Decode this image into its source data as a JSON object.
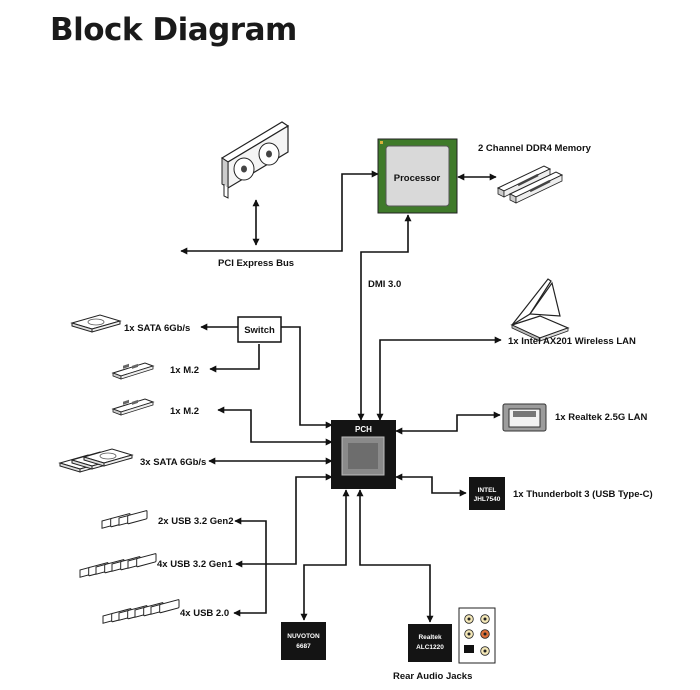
{
  "title": "Block Diagram",
  "labels": {
    "memory": "2 Channel DDR4 Memory",
    "processor": "Processor",
    "pcie": "PCI Express Bus",
    "dmi": "DMI 3.0",
    "switch": "Switch",
    "pch": "PCH",
    "sata1": "1x SATA 6Gb/s",
    "m2_a": "1x M.2",
    "m2_b": "1x M.2",
    "sata3": "3x SATA 6Gb/s",
    "usb_gen2": "2x USB 3.2 Gen2",
    "usb_gen1": "4x USB 3.2 Gen1",
    "usb2": "4x USB 2.0",
    "wifi": "1x Intel AX201 Wireless LAN",
    "lan": "1x Realtek 2.5G LAN",
    "thunderbolt": "1x Thunderbolt 3 (USB Type-C)",
    "rear_audio": "Rear Audio Jacks"
  },
  "chips": {
    "intel_line1": "INTEL",
    "intel_line2": "JHL7540",
    "nuvoton_line1": "NUVOTON",
    "nuvoton_line2": "6687",
    "realtek_line1": "Realtek",
    "realtek_line2": "ALC1220"
  },
  "icons": [
    "graphics-card-icon",
    "memory-module-icon",
    "hard-drive-icon",
    "m2-ssd-icon",
    "usb-stick-icon",
    "wifi-antenna-icon",
    "ethernet-port-icon",
    "audio-jacks-icon"
  ]
}
